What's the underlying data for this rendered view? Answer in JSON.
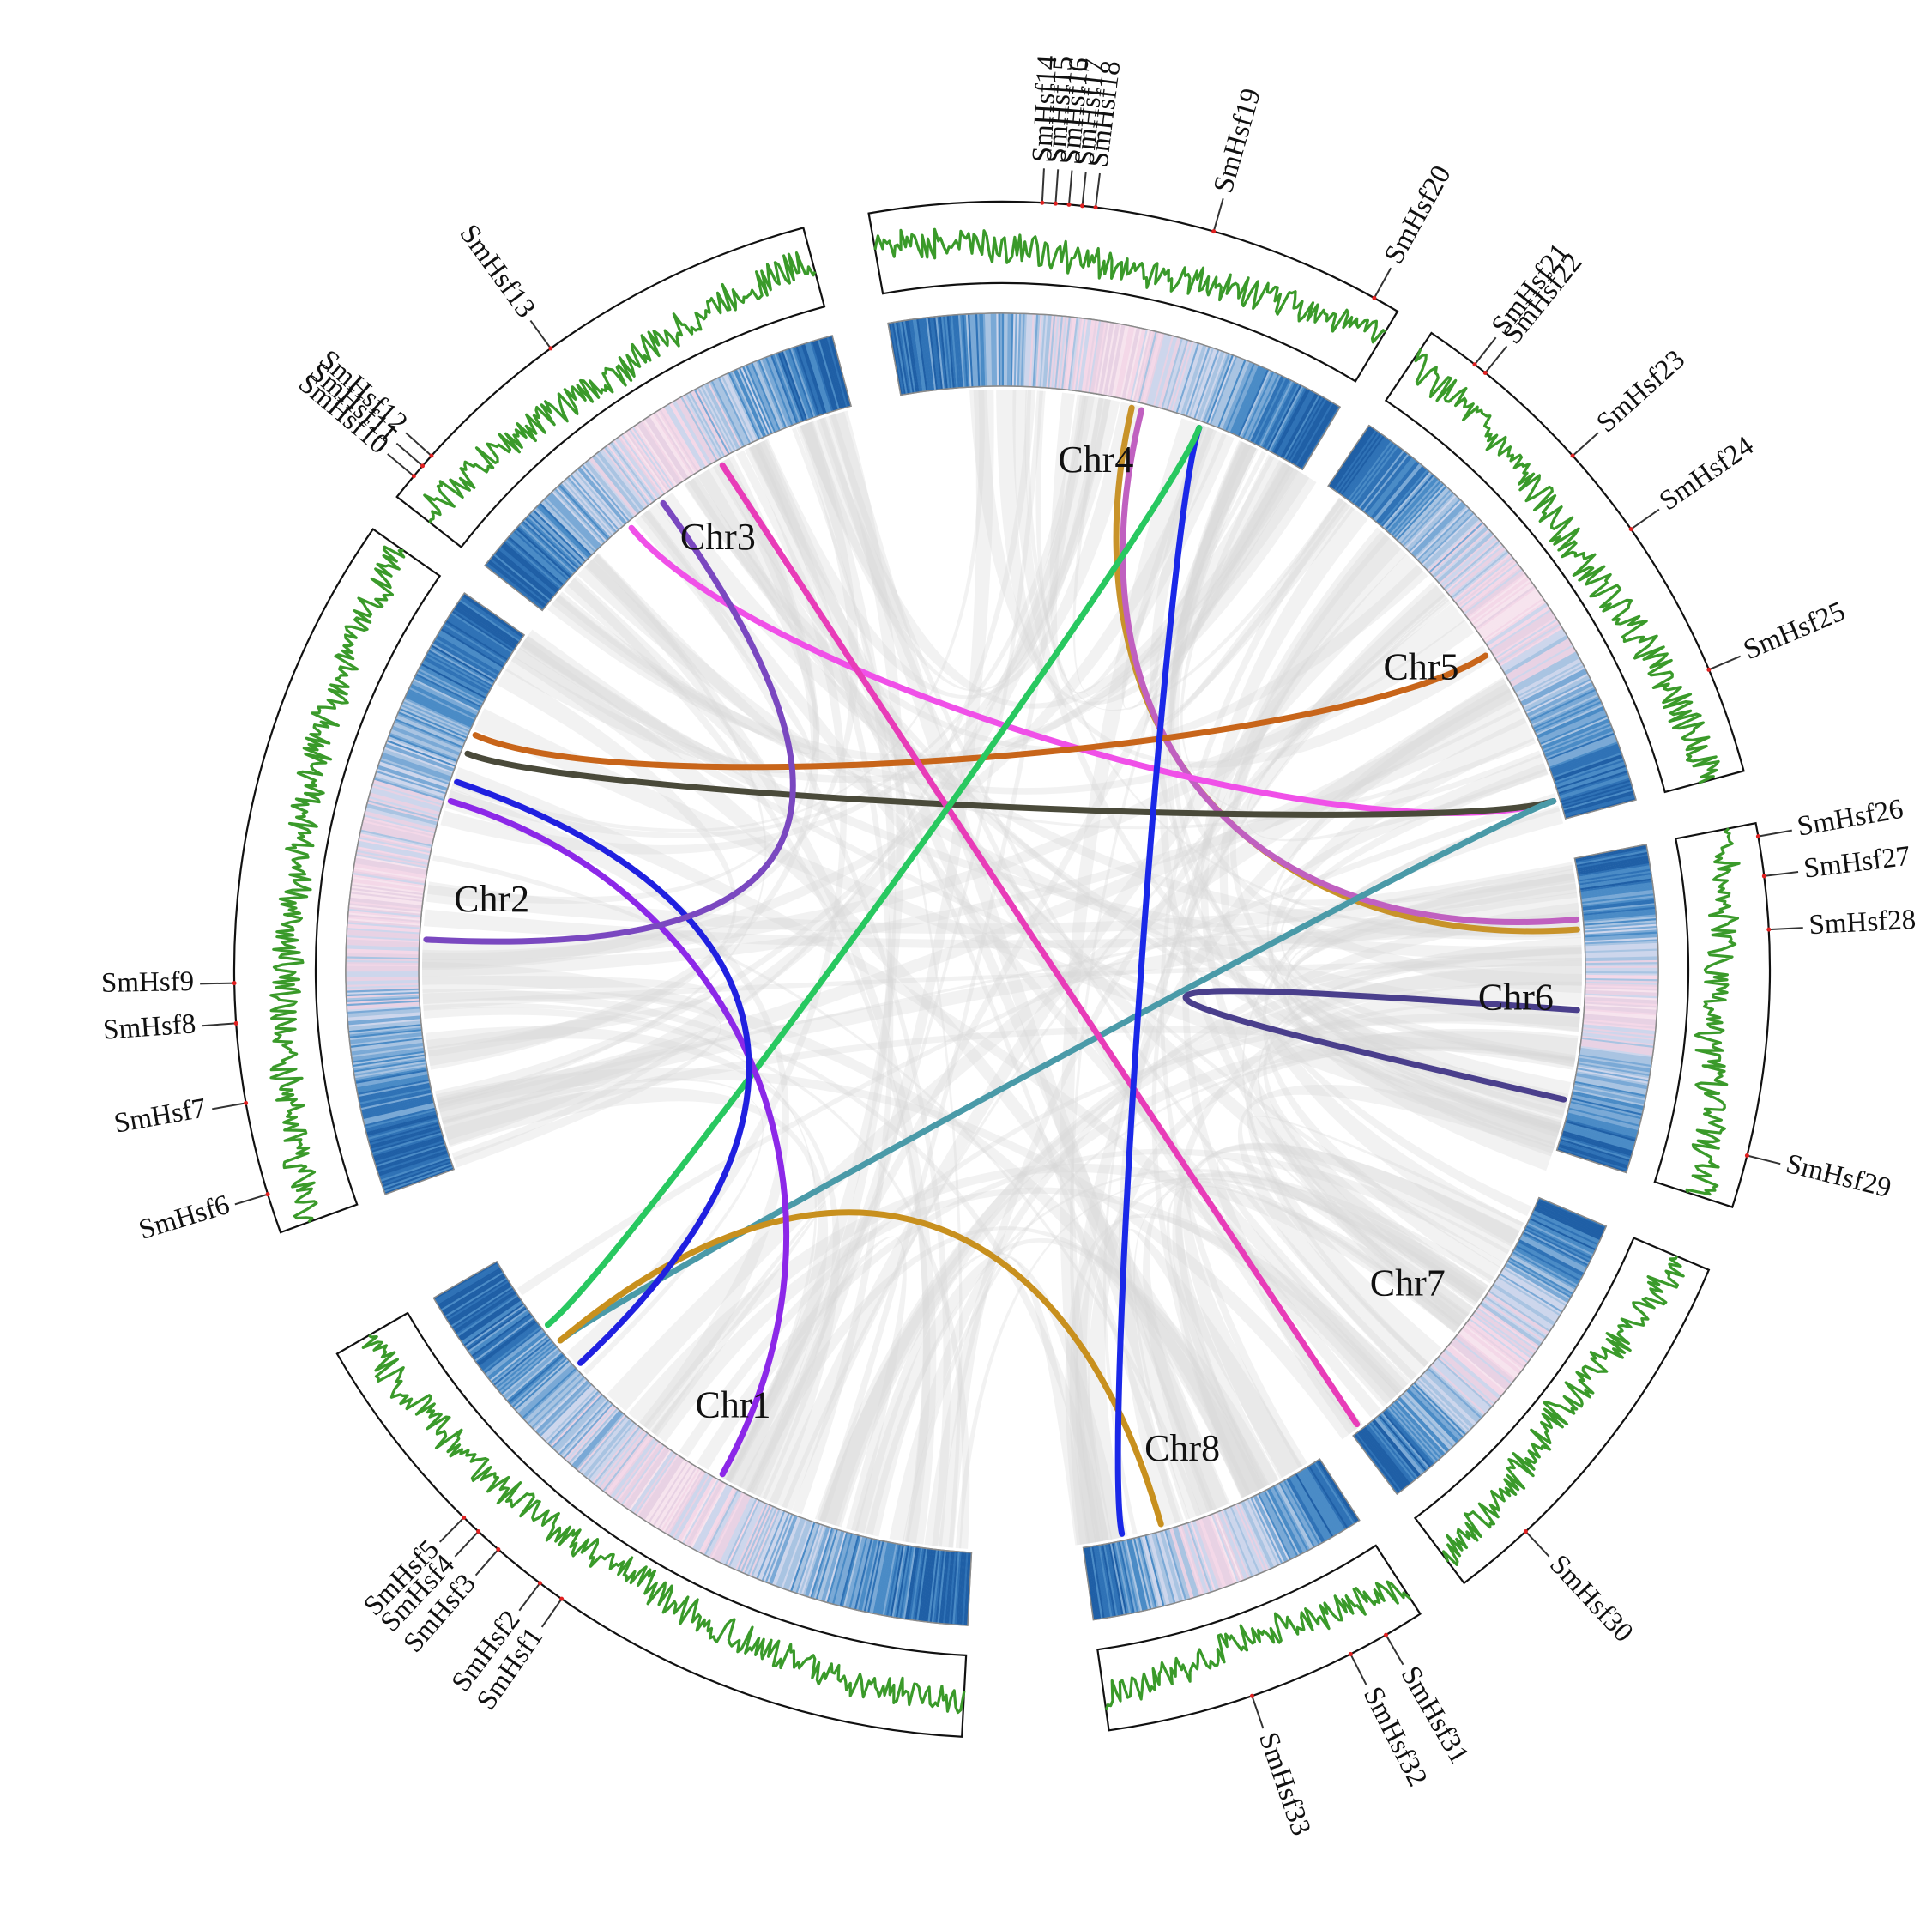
{
  "chromosomes": [
    {
      "id": "Chr1",
      "label": "Chr1",
      "start": 93,
      "end": 150
    },
    {
      "id": "Chr2",
      "label": "Chr2",
      "start": 160,
      "end": 215
    },
    {
      "id": "Chr3",
      "label": "Chr3",
      "start": 218,
      "end": 255
    },
    {
      "id": "Chr4",
      "label": "Chr4",
      "start": 260,
      "end": 301
    },
    {
      "id": "Chr5",
      "label": "Chr5",
      "start": 304,
      "end": 345
    },
    {
      "id": "Chr6",
      "label": "Chr6",
      "start": 349,
      "end": 378
    },
    {
      "id": "Chr7",
      "label": "Chr7",
      "start": 383,
      "end": 413
    },
    {
      "id": "Chr8",
      "label": "Chr8",
      "start": 417,
      "end": 442
    }
  ],
  "genes": [
    {
      "label": "SmHsf1",
      "pos": 125
    },
    {
      "label": "SmHsf2",
      "pos": 127
    },
    {
      "label": "SmHsf3",
      "pos": 131
    },
    {
      "label": "SmHsf4",
      "pos": 133
    },
    {
      "label": "SmHsf5",
      "pos": 134.5
    },
    {
      "label": "SmHsf6",
      "pos": 163
    },
    {
      "label": "SmHsf7",
      "pos": 170
    },
    {
      "label": "SmHsf8",
      "pos": 176
    },
    {
      "label": "SmHsf9",
      "pos": 179
    },
    {
      "label": "SmHsf10",
      "pos": 220
    },
    {
      "label": "SmHsf11",
      "pos": 221
    },
    {
      "label": "SmHsf12",
      "pos": 222
    },
    {
      "label": "SmHsf13",
      "pos": 234
    },
    {
      "label": "SmHsf14",
      "pos": 273
    },
    {
      "label": "SmHsf15",
      "pos": 274
    },
    {
      "label": "SmHsf16",
      "pos": 275
    },
    {
      "label": "SmHsf17",
      "pos": 276
    },
    {
      "label": "SmHsf18",
      "pos": 277
    },
    {
      "label": "SmHsf19",
      "pos": 286
    },
    {
      "label": "SmHsf20",
      "pos": 299
    },
    {
      "label": "SmHsf21",
      "pos": 308
    },
    {
      "label": "SmHsf22",
      "pos": 309
    },
    {
      "label": "SmHsf23",
      "pos": 318
    },
    {
      "label": "SmHsf24",
      "pos": 325
    },
    {
      "label": "SmHsf25",
      "pos": 337
    },
    {
      "label": "SmHsf26",
      "pos": 350
    },
    {
      "label": "SmHsf27",
      "pos": 353
    },
    {
      "label": "SmHsf28",
      "pos": 357
    },
    {
      "label": "SmHsf29",
      "pos": 374
    },
    {
      "label": "SmHsf30",
      "pos": 407
    },
    {
      "label": "SmHsf31",
      "pos": 420
    },
    {
      "label": "SmHsf32",
      "pos": 423
    },
    {
      "label": "SmHsf33",
      "pos": 431
    }
  ],
  "links": [
    {
      "from": 356,
      "to": 283,
      "color": "#c8932a"
    },
    {
      "from": 355,
      "to": 284,
      "color": "#c060c0"
    },
    {
      "from": 364,
      "to": 373,
      "color": "#4a3f8c"
    },
    {
      "from": 343,
      "to": 230,
      "color": "#f050e8"
    },
    {
      "from": 343,
      "to": 202,
      "color": "#4a4a3a"
    },
    {
      "from": 343,
      "to": 140,
      "color": "#4a9aa8"
    },
    {
      "from": 327,
      "to": 204,
      "color": "#c8651a"
    },
    {
      "from": 412,
      "to": 241,
      "color": "#e83cb8"
    },
    {
      "from": 434,
      "to": 140,
      "color": "#c8901e"
    },
    {
      "from": 438,
      "to": 290,
      "color": "#1a28e8"
    },
    {
      "from": 290,
      "to": 142,
      "color": "#28c860"
    },
    {
      "from": 119,
      "to": 197,
      "color": "#8c28e8"
    },
    {
      "from": 137,
      "to": 199,
      "color": "#2020e0"
    },
    {
      "from": 183,
      "to": 234,
      "color": "#7a48c0"
    }
  ]
}
